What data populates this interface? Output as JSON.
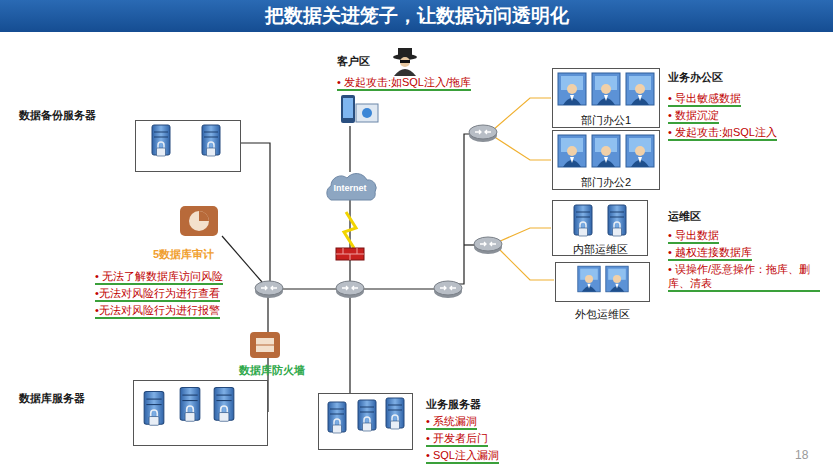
{
  "diagram": {
    "title": "把数据关进笼子，让数据访问透明化",
    "nodes": [
      {
        "text": [
          "数据备份服务器"
        ]
      },
      {
        "text": [
          "5数据库审计",
          "• 无法了解数据库访问风险",
          "•无法对风险行为进行查看",
          "•无法对风险行为进行报警"
        ]
      },
      {
        "text": [
          "数据库防火墙"
        ]
      },
      {
        "text": [
          "数据库服务器"
        ]
      },
      {
        "text": [
          "客户区",
          "• 发起攻击:如SQL注入/拖库"
        ]
      },
      {
        "text": [
          "Internet"
        ]
      },
      {
        "text": [
          "业务服务器",
          "• 系统漏洞",
          "• 开发者后门",
          "• SQL注入漏洞"
        ]
      },
      {
        "text": [
          "部门办公1"
        ]
      },
      {
        "text": [
          "部门办公2"
        ]
      },
      {
        "text": [
          "内部运维区"
        ]
      },
      {
        "text": [
          "外包运维区"
        ]
      }
    ],
    "labels": [
      "业务办公区",
      "• 导出敏感数据",
      "• 数据沉淀",
      "• 发起攻击:如SQL注入",
      "运维区",
      "• 导出数据",
      "• 越权连接数据库",
      "• 误操作/恶意操作：拖库、删库、清表",
      "18"
    ]
  }
}
